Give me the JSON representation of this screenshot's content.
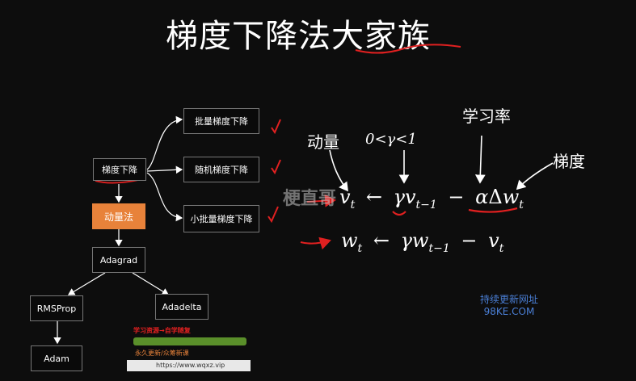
{
  "title": "梯度下降法大家族",
  "nodes": {
    "gd": "梯度下降",
    "batch": "批量梯度下降",
    "sgd": "随机梯度下降",
    "minibatch": "小批量梯度下降",
    "momentum": "动量法",
    "adagrad": "Adagrad",
    "rmsprop": "RMSProp",
    "adadelta": "Adadelta",
    "adam": "Adam"
  },
  "annotations": {
    "momentum_label": "动量",
    "gamma_range": "0<γ<1",
    "learning_rate": "学习率",
    "gradient": "梯度"
  },
  "formula1": {
    "lhs": "v",
    "lhs_sub": "t",
    "arrow": "←",
    "gamma": "γ",
    "v_prev": "v",
    "v_prev_sub": "t−1",
    "minus": "−",
    "alpha": "α",
    "delta": "Δ",
    "w": "w",
    "w_sub": "t"
  },
  "formula2": {
    "lhs": "w",
    "lhs_sub": "t",
    "arrow": "←",
    "rhs_gamma": "γ",
    "rhs_w": "w",
    "rhs_w_sub": "t−1",
    "minus": "−",
    "v": "v",
    "v_sub": "t"
  },
  "watermark": "梗直哥",
  "site": {
    "line1": "持续更新网址",
    "line2": "98KE.COM"
  },
  "banner": {
    "line1": "学习资源→自学随复",
    "line2": "永久更新/众筹新课",
    "url": "https://www.wqxz.vip"
  },
  "colors": {
    "accent_orange": "#e8823a",
    "ink_red": "#e02020",
    "site_blue": "#4a7fd6"
  }
}
